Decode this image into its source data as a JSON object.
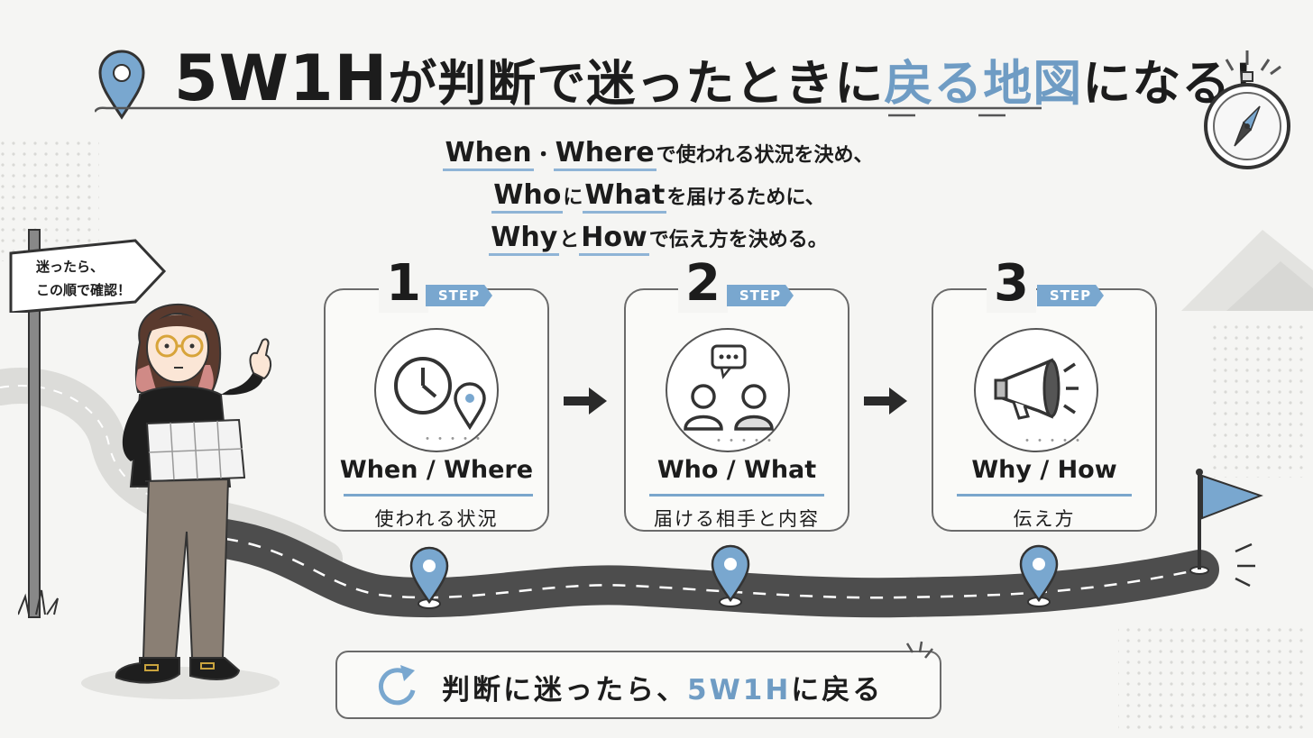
{
  "title": {
    "main": "5W1H",
    "part1": "が判断で迷ったときに",
    "accent": "戻る地図",
    "part2": "になる！"
  },
  "intro": {
    "line1": {
      "key1": "When",
      "sep": "・",
      "key2": "Where",
      "rest": "で使われる状況を決め、"
    },
    "line2": {
      "key1": "Who",
      "sep": "に",
      "key2": "What",
      "rest": "を届けるために、"
    },
    "line3": {
      "key1": "Why",
      "sep": "と",
      "key2": "How",
      "rest": "で伝え方を決める。"
    }
  },
  "sign": {
    "line1": "迷ったら、",
    "line2": "この順で確認！"
  },
  "steps": [
    {
      "number": "1",
      "tag": "STEP",
      "title": "When / Where",
      "subtitle": "使われる状況",
      "icon": "clock-location-icon"
    },
    {
      "number": "2",
      "tag": "STEP",
      "title": "Who / What",
      "subtitle": "届ける相手と内容",
      "icon": "people-chat-icon"
    },
    {
      "number": "3",
      "tag": "STEP",
      "title": "Why / How",
      "subtitle": "伝え方",
      "icon": "megaphone-icon"
    }
  ],
  "bottom": {
    "prefix": "判断に迷ったら、",
    "accent": "5W1H",
    "suffix": "に戻る"
  },
  "colors": {
    "accent": "#6f9cc4",
    "road": "#4a4a4a",
    "background": "#f5f5f3"
  }
}
